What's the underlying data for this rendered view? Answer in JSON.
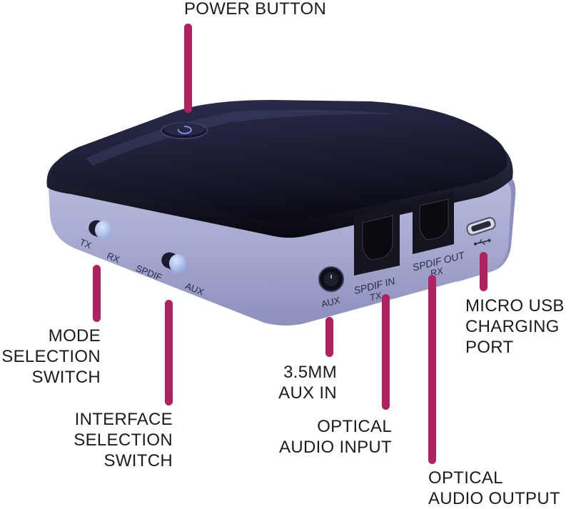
{
  "diagram": {
    "subject": "Bluetooth audio transmitter/receiver",
    "colors": {
      "pointer": "#b0215f",
      "label_text": "#1c1c1c",
      "device_top": "#1e1f36",
      "device_side": "#a9abd0",
      "switch_knob": "#b7c9ee"
    }
  },
  "callouts": {
    "power_button": {
      "label": "POWER BUTTON"
    },
    "mode_switch": {
      "label": "MODE\nSELECTION\nSWITCH"
    },
    "interface_switch": {
      "label": "INTERFACE\nSELECTION\nSWITCH"
    },
    "aux_in": {
      "label": "3.5MM\nAUX IN"
    },
    "optical_input": {
      "label": "OPTICAL\nAUDIO INPUT"
    },
    "micro_usb": {
      "label": "MICRO USB\nCHARGING\nPORT"
    },
    "optical_output": {
      "label": "OPTICAL\nAUDIO OUTPUT"
    }
  },
  "device_markings": {
    "mode_tx": "TX",
    "mode_rx": "RX",
    "iface_spdif": "SPDIF",
    "iface_aux": "AUX",
    "aux_port": "AUX",
    "spdif_in": "SPDIF IN",
    "spdif_in_sub": "TX",
    "spdif_out": "SPDIF OUT",
    "spdif_out_sub": "RX",
    "usb_symbol": "usb-icon",
    "power_symbol": "power-icon"
  }
}
